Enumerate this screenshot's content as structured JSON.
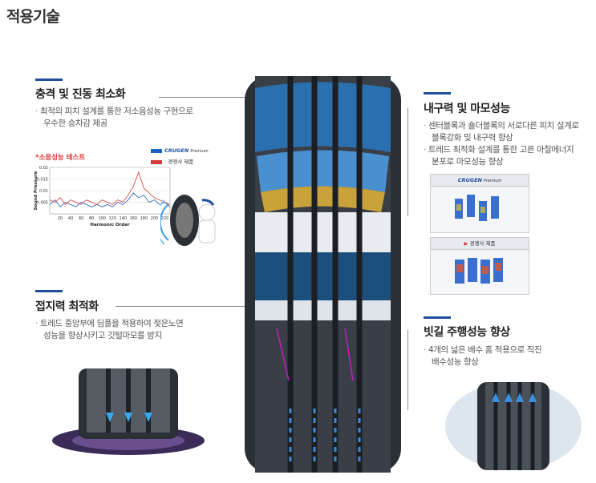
{
  "page_title": "적용기술",
  "sections": {
    "impact": {
      "title": "충격 및 진동 최소화",
      "desc": [
        "최적의 피치 설계를 통한 저소음성능 구현으로",
        "우수한 승차감 제공"
      ]
    },
    "grip": {
      "title": "접지력 최적화",
      "desc": [
        "트레드 중앙부에 딤플을 적용하여 젖은노면",
        "성능을 향상시키고 깃털마모를 방지"
      ]
    },
    "durability": {
      "title": "내구력 및 마모성능",
      "desc": [
        "센터블록과 숄더블록의 서로다른 피치 설계로",
        "블록강화 및 내구력 향상",
        "트레드 최적화 설계를 통한 고른 마찰에너지",
        "분포로 마모성능 향상"
      ]
    },
    "wet": {
      "title": "빗길 주행성능 향상",
      "desc": [
        "4개의 넓은 배수 홈 적용으로 직진",
        "배수성능 향상"
      ]
    }
  },
  "noise_chart": {
    "title": "*소음성능 테스트",
    "legend": [
      {
        "brand": "CRUGEN",
        "sub": "Premium",
        "color": "#1f5fbf"
      },
      {
        "brand": "경쟁사 제품",
        "sub": "",
        "color": "#d23b3b"
      }
    ],
    "ylabel": "Sound Pressure",
    "xlabel": "Harmonic Order",
    "yticks": [
      "0.02",
      "0.015",
      "0.01",
      "0.005"
    ],
    "xticks": [
      "20",
      "40",
      "60",
      "80",
      "100",
      "120",
      "140",
      "160",
      "180",
      "200",
      "220"
    ]
  },
  "chart_data": {
    "type": "line",
    "title": "*소음성능 테스트",
    "xlabel": "Harmonic Order",
    "ylabel": "Sound Pressure",
    "ylim": [
      0,
      0.02
    ],
    "xlim": [
      0,
      230
    ],
    "series": [
      {
        "name": "CRUGEN",
        "color": "#1f5fbf",
        "x": [
          0,
          10,
          20,
          30,
          40,
          50,
          60,
          70,
          80,
          90,
          100,
          110,
          120,
          130,
          140,
          150,
          160,
          170,
          180,
          190,
          200,
          210,
          220,
          230
        ],
        "y": [
          0.004,
          0.006,
          0.003,
          0.005,
          0.004,
          0.003,
          0.005,
          0.004,
          0.003,
          0.004,
          0.003,
          0.004,
          0.003,
          0.005,
          0.004,
          0.006,
          0.009,
          0.007,
          0.008,
          0.005,
          0.006,
          0.004,
          0.005,
          0.003
        ]
      },
      {
        "name": "경쟁사 제품",
        "color": "#d23b3b",
        "x": [
          0,
          10,
          20,
          30,
          40,
          50,
          60,
          70,
          80,
          90,
          100,
          110,
          120,
          130,
          140,
          150,
          160,
          170,
          180,
          190,
          200,
          210,
          220,
          230
        ],
        "y": [
          0.006,
          0.005,
          0.007,
          0.004,
          0.006,
          0.005,
          0.004,
          0.006,
          0.005,
          0.004,
          0.006,
          0.005,
          0.004,
          0.006,
          0.005,
          0.008,
          0.012,
          0.018,
          0.011,
          0.009,
          0.007,
          0.006,
          0.005,
          0.004
        ]
      }
    ]
  },
  "wear_images": [
    {
      "label": "CRUGEN",
      "sub": "Premium"
    },
    {
      "label": "경쟁사 제품",
      "sub": ""
    }
  ],
  "colors": {
    "accent": "#1f4e9c",
    "tire_blue": "#2a7fd4",
    "tread_dark": "#2b2f36"
  }
}
